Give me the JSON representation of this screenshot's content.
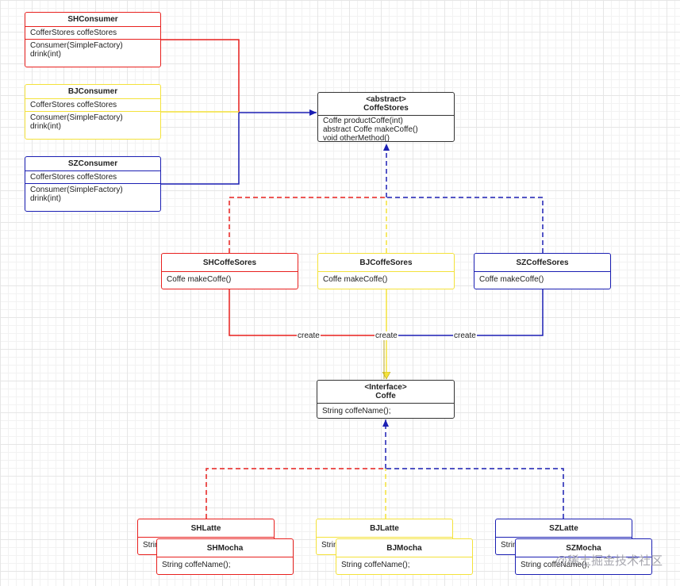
{
  "colors": {
    "red": "#e8201e",
    "yellow": "#f4e23a",
    "blue": "#1b1fb3",
    "black": "#333333"
  },
  "consumers": [
    {
      "name": "SHConsumer",
      "field": "CofferStores coffeStores",
      "methods": [
        "Consumer(SimpleFactory)",
        "drink(int)"
      ]
    },
    {
      "name": "BJConsumer",
      "field": "CofferStores coffeStores",
      "methods": [
        "Consumer(SimpleFactory)",
        "drink(int)"
      ]
    },
    {
      "name": "SZConsumer",
      "field": "CofferStores coffeStores",
      "methods": [
        "Consumer(SimpleFactory)",
        "drink(int)"
      ]
    }
  ],
  "abstract_store": {
    "stereotype": "<abstract>",
    "name": "CoffeStores",
    "methods": [
      "Coffe productCoffe(int)",
      "abstract Coffe makeCoffe()",
      "void otherMethod()"
    ]
  },
  "stores": [
    {
      "name": "SHCoffeSores",
      "method": "Coffe makeCoffe()"
    },
    {
      "name": "BJCoffeSores",
      "method": "Coffe makeCoffe()"
    },
    {
      "name": "SZCoffeSores",
      "method": "Coffe makeCoffe()"
    }
  ],
  "create_labels": [
    "create",
    "create",
    "create"
  ],
  "interface": {
    "stereotype": "<Interface>",
    "name": "Coffe",
    "method": "String coffeName();"
  },
  "products": {
    "latte": [
      {
        "name": "SHLatte",
        "method": "String"
      },
      {
        "name": "BJLatte",
        "method": "String"
      },
      {
        "name": "SZLatte",
        "method": "String"
      }
    ],
    "mocha": [
      {
        "name": "SHMocha",
        "method": "String coffeName();"
      },
      {
        "name": "BJMocha",
        "method": "String coffeName();"
      },
      {
        "name": "SZMocha",
        "method": "String coffeName();"
      }
    ]
  },
  "watermark": "@稀土掘金技术社区"
}
